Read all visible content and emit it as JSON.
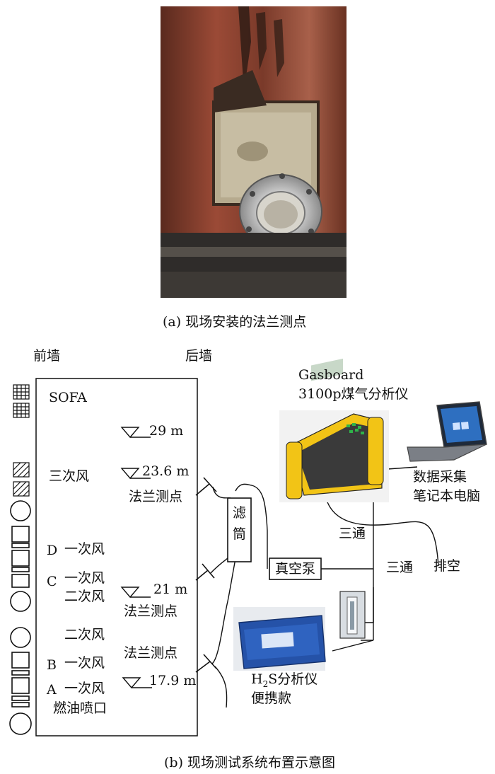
{
  "caption_a": "(a) 现场安装的法兰测点",
  "caption_b": "(b) 现场测试系统布置示意图",
  "walls": {
    "front": "前墙",
    "back": "后墙"
  },
  "levels": {
    "sofa": "SOFA",
    "tertiary": "三次风",
    "d": "D",
    "c": "C",
    "b": "B",
    "a": "A"
  },
  "air": {
    "primary": "一次风",
    "secondary": "二次风",
    "oil": "燃油喷口"
  },
  "elevations": [
    "29 m",
    "23.6 m",
    "21 m",
    "17.9 m"
  ],
  "measure_point": "法兰测点",
  "components": {
    "filter_line1": "滤",
    "filter_line2": "筒",
    "vacuum_pump": "真空泵",
    "tee": "三通",
    "exhaust": "排空",
    "gasboard_line1": "Gasboard",
    "gasboard_line2": "3100p煤气分析仪",
    "laptop_line1": "数据采集",
    "laptop_line2": "笔记本电脑",
    "h2s_h": "H",
    "h2s_sub": "2",
    "h2s_rest": "S分析仪",
    "h2s_line2": "便携款"
  },
  "colors": {
    "case_blue": "#2552a8",
    "analyzer_yellow": "#f2c416",
    "photo_rust": "#8c3d2c"
  }
}
